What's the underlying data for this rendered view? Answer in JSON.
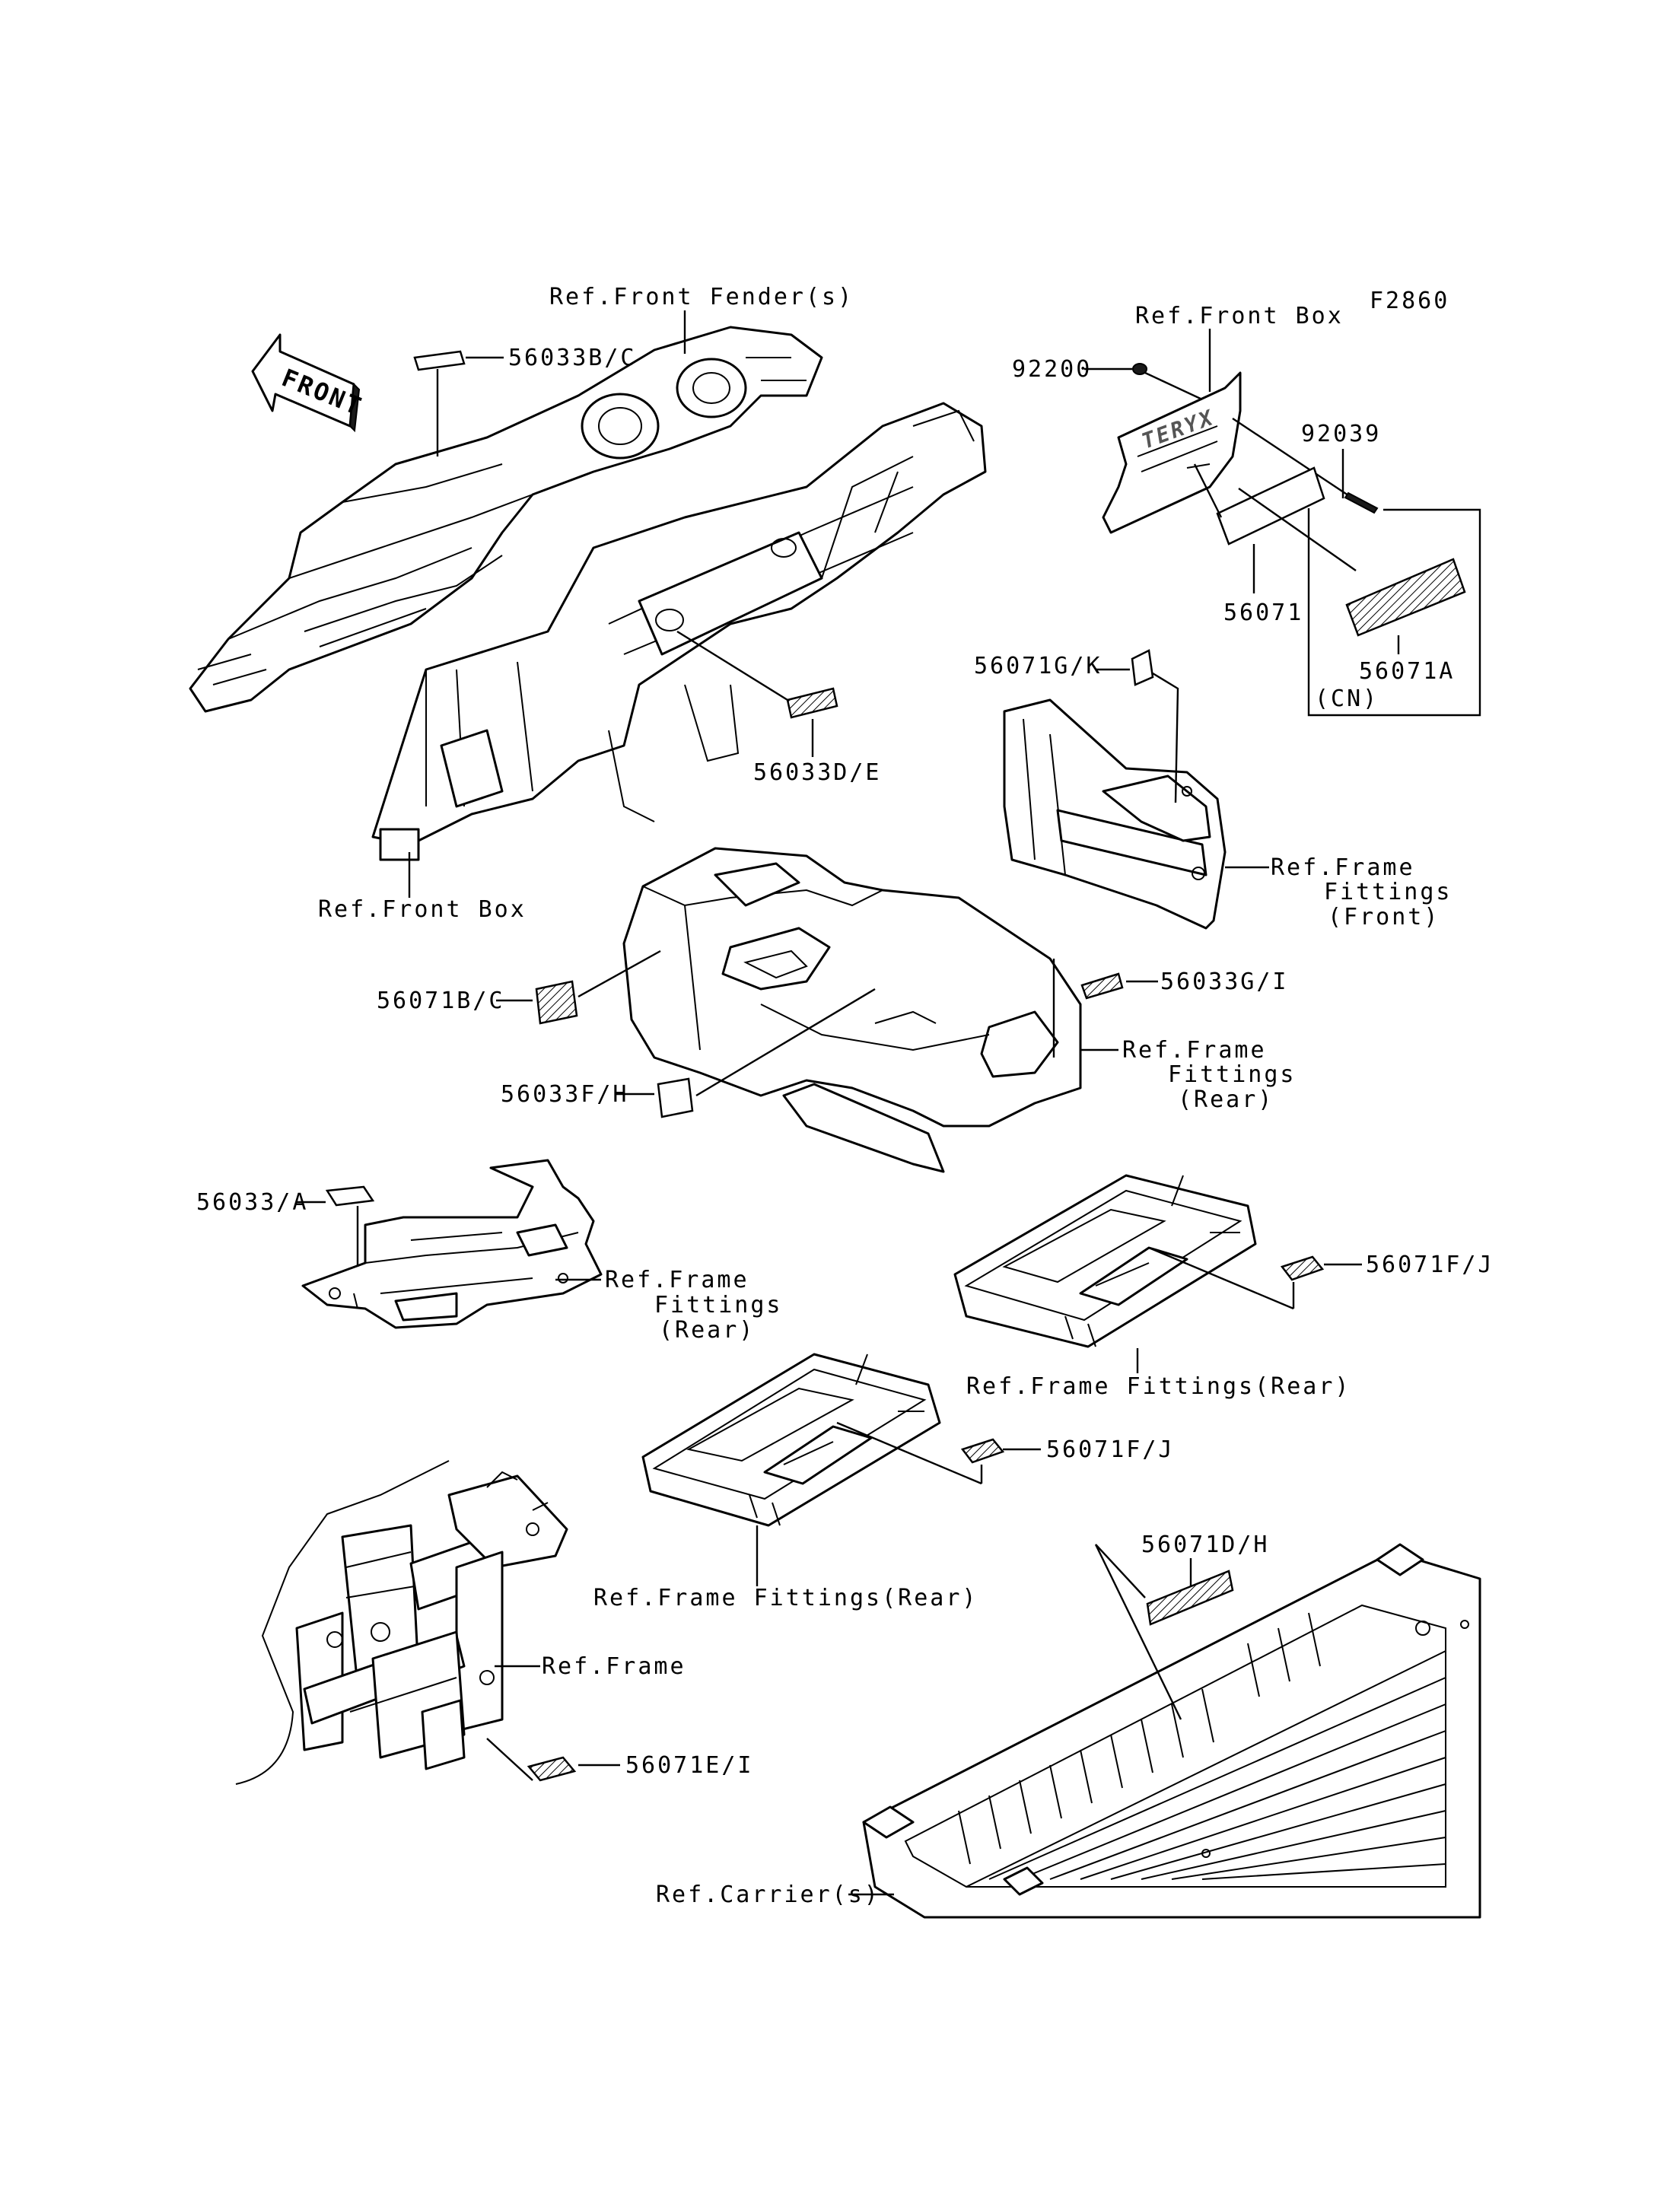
{
  "figure_code": "F2860",
  "front_arrow_text": "FRONT",
  "labels": {
    "ref_front_fenders": "Ref.Front Fender(s)",
    "ref_front_box_top": "Ref.Front Box",
    "p92200": "92200",
    "p92039": "92039",
    "p56033bc": "56033B/C",
    "p56033de": "56033D/E",
    "p56071": "56071",
    "p56071a": "56071A",
    "cn": "(CN)",
    "p56071gk": "56071G/K",
    "ref_front_box_bottom": "Ref.Front Box",
    "ref_frame_fittings_front_1": "Ref.Frame",
    "ref_frame_fittings_front_2": "Fittings",
    "ref_frame_fittings_front_3": "(Front)",
    "p56071bc": "56071B/C",
    "p56033gi": "56033G/I",
    "ref_frame_fittings_rear_a1": "Ref.Frame",
    "ref_frame_fittings_rear_a2": "Fittings",
    "ref_frame_fittings_rear_a3": "(Rear)",
    "p56033fh": "56033F/H",
    "p56033a": "56033/A",
    "ref_frame_fittings_rear_b1": "Ref.Frame",
    "ref_frame_fittings_rear_b2": "Fittings",
    "ref_frame_fittings_rear_b3": "(Rear)",
    "p56071fj_1": "56071F/J",
    "ref_frame_fittings_rear_c": "Ref.Frame Fittings(Rear)",
    "p56071fj_2": "56071F/J",
    "ref_frame_fittings_rear_d": "Ref.Frame Fittings(Rear)",
    "p56071dh": "56071D/H",
    "ref_frame": "Ref.Frame",
    "p56071ei": "56071E/I",
    "ref_carriers": "Ref.Carrier(s)"
  }
}
